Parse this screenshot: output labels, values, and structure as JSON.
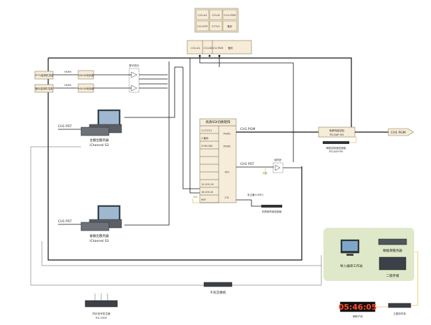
{
  "panel": {
    "cells": [
      "CCU-A1",
      "CCU-B",
      "CCU-PGM",
      "CCU-PST",
      "CCTV1",
      "备份"
    ],
    "router_ports": [
      "CCU-A1",
      "CCU-B",
      "CCU-PGM",
      "备份"
    ]
  },
  "hdmi_units": [
    {
      "src": "STTV高清机顶盒",
      "hdmi": "HDMI",
      "conv": "HDSDI转换器"
    },
    {
      "src": "备份高清机顶盒",
      "hdmi": "HDMI",
      "conv": "HDSDI转换器"
    }
  ],
  "da": {
    "digital": "数字视分",
    "frame_sync": "帧同步"
  },
  "router": {
    "title": "高清SDI切换矩阵",
    "inputs": [
      "1.CCTV1",
      "2.备份",
      "3.HD-SDI",
      "",
      "",
      "",
      "",
      "15.CH1-M",
      "16.CH1-B",
      "REF"
    ],
    "outputs": [
      "PGM1",
      "PGM2",
      "",
      "PST",
      "",
      "CTL"
    ],
    "ctl_note": "本主备COM口",
    "remote_panel": "切换矩阵遥控面板"
  },
  "servers": [
    {
      "name": "主播出服务器",
      "model": "iChannel S3",
      "out": "CH1 PST"
    },
    {
      "name": "备播出服务器",
      "model": "iChannel S3",
      "out": "CH1 PST"
    }
  ],
  "signals": {
    "pgm": "CH1 PGM",
    "pst": "CH1 PST",
    "pgm_out": "CH1 PGM",
    "ref": "Ref",
    "sync": "同步"
  },
  "loudness": {
    "box": "音频响度控制",
    "sub": "PD-DAP-HD",
    "panel": "响度控制遥控面板",
    "panel_model": "PD-DAP-PN"
  },
  "network": {
    "switch": "千兆交换机",
    "storage": "数据库服务器",
    "ingest": "导入编单工作站",
    "backup_storage": "二级存储"
  },
  "sync_gen": {
    "name": "同步信号发生器",
    "model": "BG-5306"
  },
  "clock": {
    "digits": "05:46:05",
    "label": "串联子钟",
    "gps": "卫星校时钟"
  },
  "colors": {
    "accent": "#f0a532",
    "panel_bg": "#dfe9c9",
    "cell": "#f6ecd8"
  }
}
